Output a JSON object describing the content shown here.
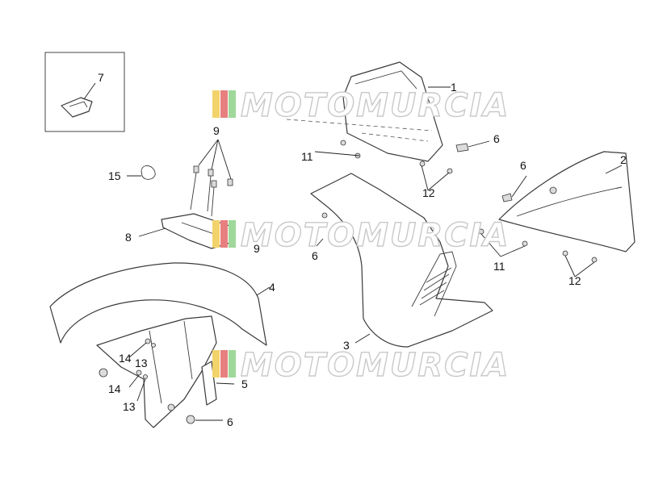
{
  "watermark": {
    "text": "MOTOMURCIA",
    "colors": [
      "#f2d36b",
      "#e87f7f",
      "#9fd89a"
    ]
  },
  "callouts": {
    "c1": "1",
    "c2": "2",
    "c3": "3",
    "c4": "4",
    "c5": "5",
    "c6a": "6",
    "c6b": "6",
    "c6c": "6",
    "c6d": "6",
    "c7": "7",
    "c8": "8",
    "c9a": "9",
    "c9b": "9",
    "c11a": "11",
    "c11b": "11",
    "c12a": "12",
    "c12b": "12",
    "c13a": "13",
    "c13b": "13",
    "c14a": "14",
    "c14b": "14",
    "c15": "15"
  }
}
